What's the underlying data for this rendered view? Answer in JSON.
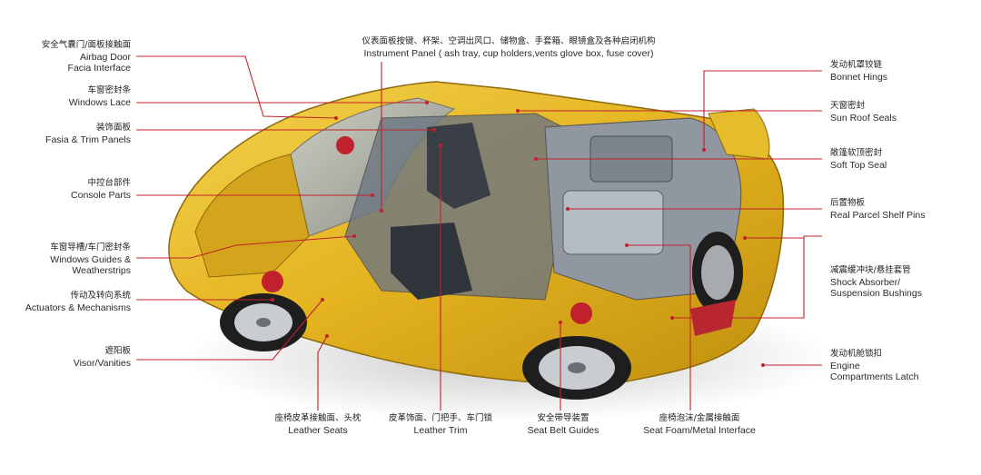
{
  "colors": {
    "leader": "#c0212d",
    "car_body": "#e8b928",
    "car_shadow": "#b98a12",
    "glass": "#9aa6b4"
  },
  "top_label": {
    "cn": "仪表面板按键、杯架、空调出风口、储物盒、手套箱、眼镜盒及各种启闭机构",
    "en": "Instrument Panel ( ash tray, cup holders,vents glove box, fuse cover)"
  },
  "left_labels": [
    {
      "cn": "安全气囊门/面板接触面",
      "en": "Airbag Door",
      "en2": "Facia Interface"
    },
    {
      "cn": "车窗密封条",
      "en": "Windows Lace",
      "en2": ""
    },
    {
      "cn": "装饰面板",
      "en": "Fasia & Trim Panels",
      "en2": ""
    },
    {
      "cn": "中控台部件",
      "en": "Console Parts",
      "en2": ""
    },
    {
      "cn": "车窗导槽/车门密封条",
      "en": "Windows Guides &",
      "en2": "Weatherstrips"
    },
    {
      "cn": "传动及转向系统",
      "en": "Actuators & Mechanisms",
      "en2": ""
    },
    {
      "cn": "遮阳板",
      "en": "Visor/Vanities",
      "en2": ""
    }
  ],
  "right_labels": [
    {
      "cn": "发动机罩铰链",
      "en": "Bonnet Hings",
      "en2": ""
    },
    {
      "cn": "天窗密封",
      "en": "Sun Roof Seals",
      "en2": ""
    },
    {
      "cn": "敞篷软顶密封",
      "en": "Soft Top Seal",
      "en2": ""
    },
    {
      "cn": "后置物板",
      "en": "Real Parcel Shelf Pins",
      "en2": ""
    },
    {
      "cn": "减震缓冲块/悬挂套管",
      "en": "Shock Absorber/",
      "en2": "Suspension Bushings"
    },
    {
      "cn": "发动机舱锁扣",
      "en": "Engine",
      "en2": "Compartments Latch"
    }
  ],
  "bottom_labels": [
    {
      "cn": "座椅皮革接触面、头枕",
      "en": "Leather Seats"
    },
    {
      "cn": "皮革饰面、门把手、车门锁",
      "en": "Leather Trim"
    },
    {
      "cn": "安全带导装置",
      "en": "Seat Belt Guides"
    },
    {
      "cn": "座椅泡沫/金属接触面",
      "en": "Seat Foam/Metal Interface"
    }
  ]
}
